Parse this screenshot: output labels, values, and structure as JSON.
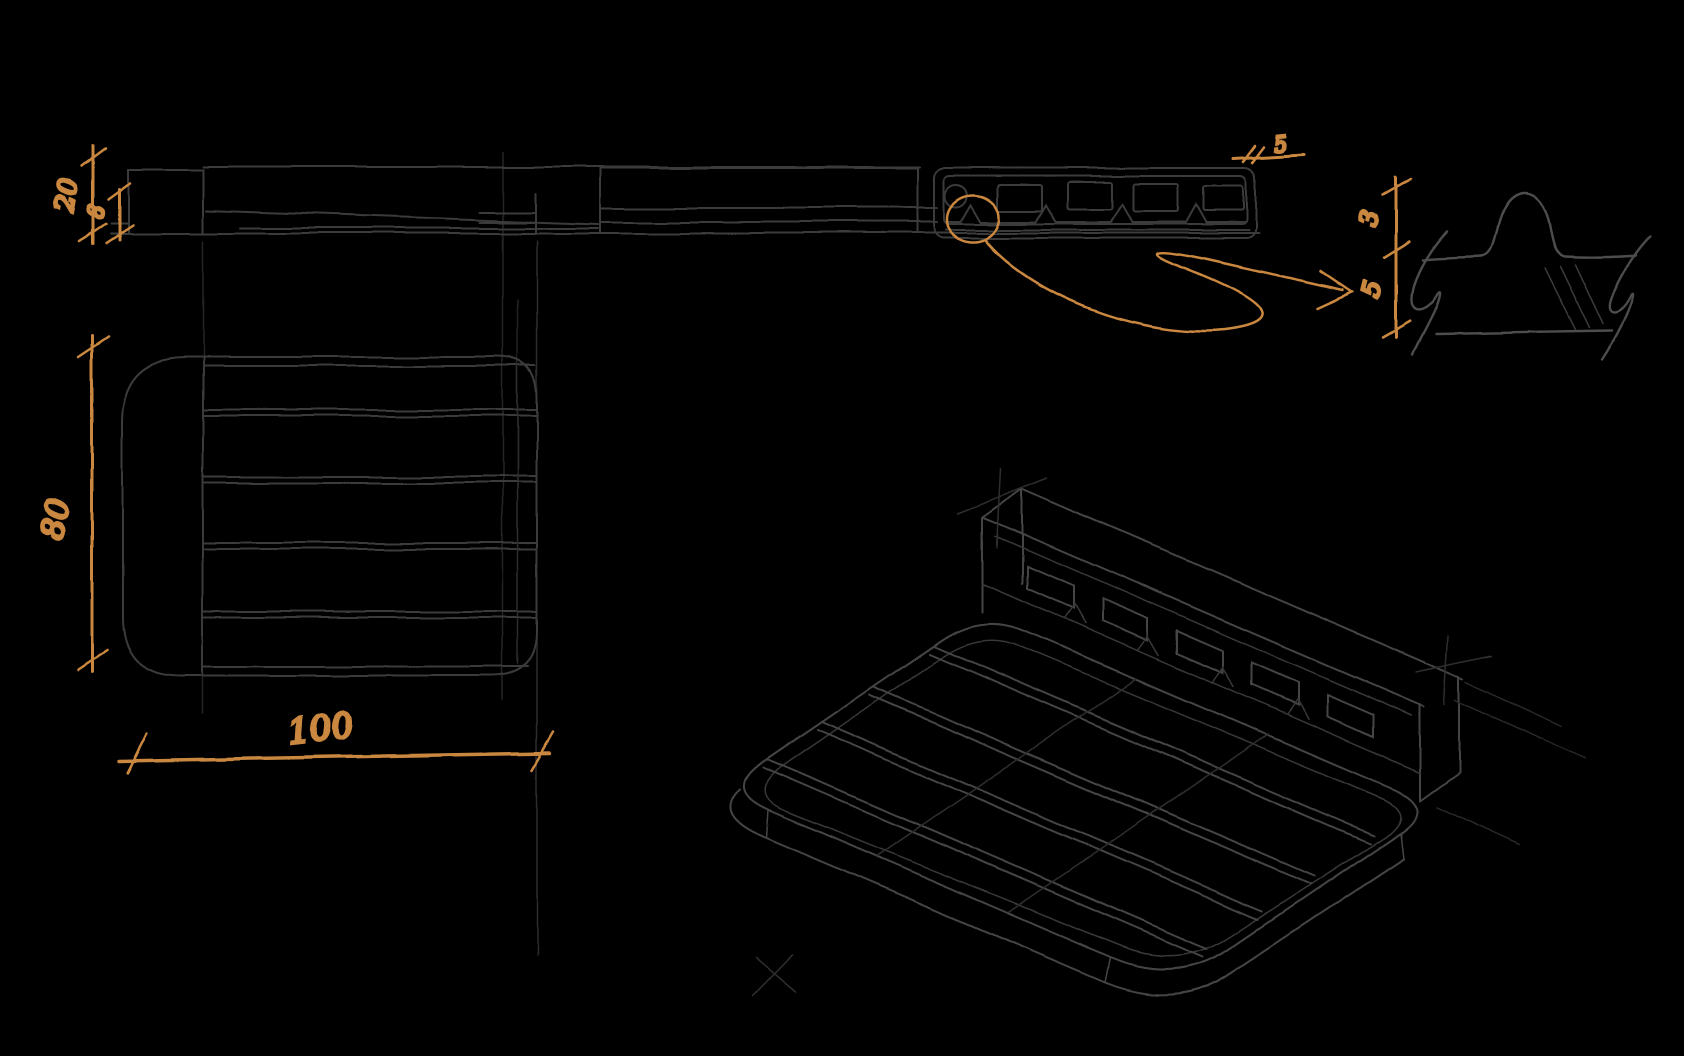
{
  "page": {
    "background_color": "#000000",
    "accent_color": "#c9873f",
    "sketch_line_color": "#3f3f3f",
    "detail_line_color": "#4d4d4d"
  },
  "views": {
    "side": {
      "label_total_height": "20",
      "label_edge_height": "8",
      "label_slot_pitch": "5"
    },
    "top": {
      "label_depth": "80",
      "label_width": "100"
    },
    "detail": {
      "label_rib_height": "3",
      "label_base_height": "5"
    }
  }
}
